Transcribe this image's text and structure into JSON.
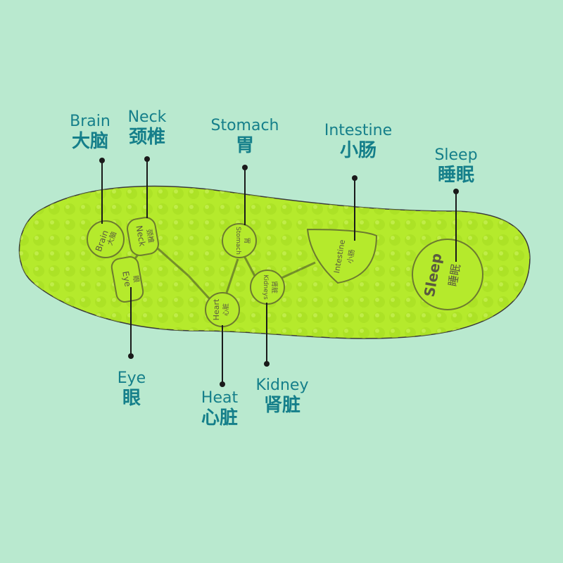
{
  "colors": {
    "background": "#b9e9cf",
    "insole": "#b5ea2c",
    "insole_outline": "#3a3a3a",
    "label_text": "#157f8a",
    "leader_line": "#1a1a1a",
    "zone_text": "#5a5a40"
  },
  "labels": {
    "brain": {
      "en": "Brain",
      "zh": "大脑"
    },
    "neck": {
      "en": "Neck",
      "zh": "颈椎"
    },
    "stomach": {
      "en": "Stomach",
      "zh": "胃"
    },
    "intestine": {
      "en": "Intestine",
      "zh": "小肠"
    },
    "sleep": {
      "en": "Sleep",
      "zh": "睡眠"
    },
    "eye": {
      "en": "Eye",
      "zh": "眼"
    },
    "heat": {
      "en": "Heat",
      "zh": "心脏"
    },
    "kidney": {
      "en": "Kidney",
      "zh": "肾脏"
    }
  },
  "zones": {
    "brain": {
      "en": "Brain",
      "zh": "大脑"
    },
    "neck": {
      "en": "Neck",
      "zh": "颈椎"
    },
    "eye": {
      "en": "Eye",
      "zh": "眼"
    },
    "stomach": {
      "en": "Stomach",
      "zh": "胃"
    },
    "heart": {
      "en": "Heart",
      "zh": "心脏"
    },
    "kidneys": {
      "en": "Kidneys",
      "zh": "肾脏"
    },
    "intestine": {
      "en": "Intestine",
      "zh": "小肠"
    },
    "sleep": {
      "en": "Sleep",
      "zh": "睡眠"
    }
  }
}
